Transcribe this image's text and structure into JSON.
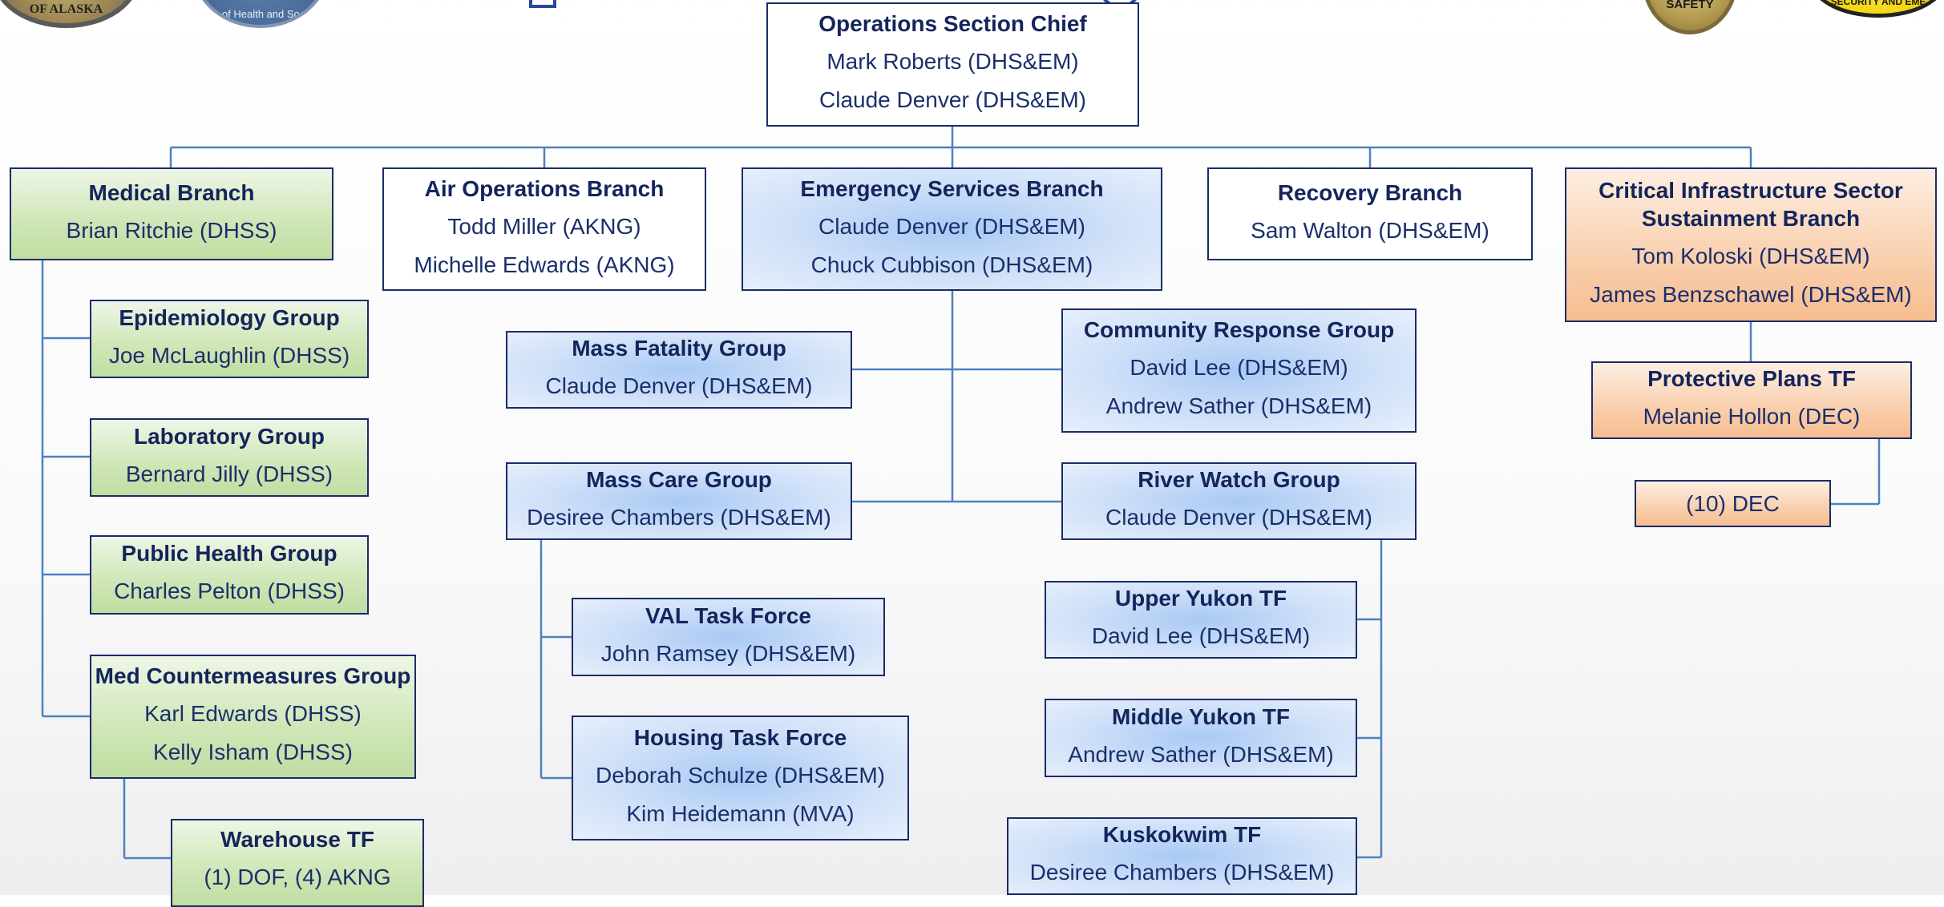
{
  "header": {
    "logos": [
      {
        "name": "state-of-alaska-seal",
        "text": "OF ALASKA"
      },
      {
        "name": "dept-health-social-services-seal",
        "text": "t of Health and Soc"
      },
      {
        "name": "public-safety-seal",
        "text": "SAFETY"
      },
      {
        "name": "homeland-security-emergency-mgmt-seal",
        "text": "SECURITY AND EME"
      }
    ]
  },
  "org": {
    "ops_chief": {
      "title": "Operations Section Chief",
      "members": [
        "Mark Roberts (DHS&EM)",
        "Claude Denver (DHS&EM)"
      ]
    },
    "medical_branch": {
      "title": "Medical Branch",
      "members": [
        "Brian Ritchie (DHSS)"
      ]
    },
    "air_ops_branch": {
      "title": "Air Operations Branch",
      "members": [
        "Todd Miller (AKNG)",
        "Michelle Edwards (AKNG)"
      ]
    },
    "emergency_services_branch": {
      "title": "Emergency Services Branch",
      "members": [
        "Claude Denver (DHS&EM)",
        "Chuck Cubbison (DHS&EM)"
      ]
    },
    "recovery_branch": {
      "title": "Recovery Branch",
      "members": [
        "Sam Walton (DHS&EM)"
      ]
    },
    "ci_branch": {
      "title_line1": "Critical Infrastructure Sector",
      "title_line2": "Sustainment Branch",
      "members": [
        "Tom Koloski (DHS&EM)",
        "James Benzschawel (DHS&EM)"
      ]
    },
    "epidemiology_group": {
      "title": "Epidemiology Group",
      "members": [
        "Joe McLaughlin (DHSS)"
      ]
    },
    "laboratory_group": {
      "title": "Laboratory Group",
      "members": [
        "Bernard Jilly (DHSS)"
      ]
    },
    "public_health_group": {
      "title": "Public Health Group",
      "members": [
        "Charles Pelton (DHSS)"
      ]
    },
    "med_countermeasures_group": {
      "title": "Med Countermeasures Group",
      "members": [
        "Karl Edwards (DHSS)",
        "Kelly Isham (DHSS)"
      ]
    },
    "warehouse_tf": {
      "title": "Warehouse TF",
      "members": [
        "(1) DOF, (4) AKNG"
      ]
    },
    "mass_fatality_group": {
      "title": "Mass Fatality Group",
      "members": [
        "Claude Denver (DHS&EM)"
      ]
    },
    "mass_care_group": {
      "title": "Mass Care Group",
      "members": [
        "Desiree Chambers (DHS&EM)"
      ]
    },
    "val_task_force": {
      "title": "VAL Task Force",
      "members": [
        "John Ramsey (DHS&EM)"
      ]
    },
    "housing_task_force": {
      "title": "Housing Task Force",
      "members": [
        "Deborah Schulze (DHS&EM)",
        "Kim Heidemann (MVA)"
      ]
    },
    "community_response_group": {
      "title": "Community Response Group",
      "members": [
        "David Lee (DHS&EM)",
        "Andrew Sather (DHS&EM)"
      ]
    },
    "river_watch_group": {
      "title": "River Watch Group",
      "members": [
        "Claude Denver (DHS&EM)"
      ]
    },
    "upper_yukon_tf": {
      "title": "Upper Yukon TF",
      "members": [
        "David Lee (DHS&EM)"
      ]
    },
    "middle_yukon_tf": {
      "title": "Middle Yukon TF",
      "members": [
        "Andrew Sather (DHS&EM)"
      ]
    },
    "kuskokwim_tf": {
      "title": "Kuskokwim TF",
      "members": [
        "Desiree Chambers (DHS&EM)"
      ]
    },
    "protective_plans_tf": {
      "title": "Protective Plans TF",
      "members": [
        "Melanie Hollon (DEC)"
      ]
    },
    "dec_unit": {
      "label": "(10) DEC"
    }
  },
  "colors": {
    "line": "#4f81bd",
    "border": "#1b2c66",
    "text": "#1b2f6b",
    "green_fill": "#cfe6b6",
    "blue_fill": "#cfe0f8",
    "orange_fill": "#f9cda9"
  }
}
